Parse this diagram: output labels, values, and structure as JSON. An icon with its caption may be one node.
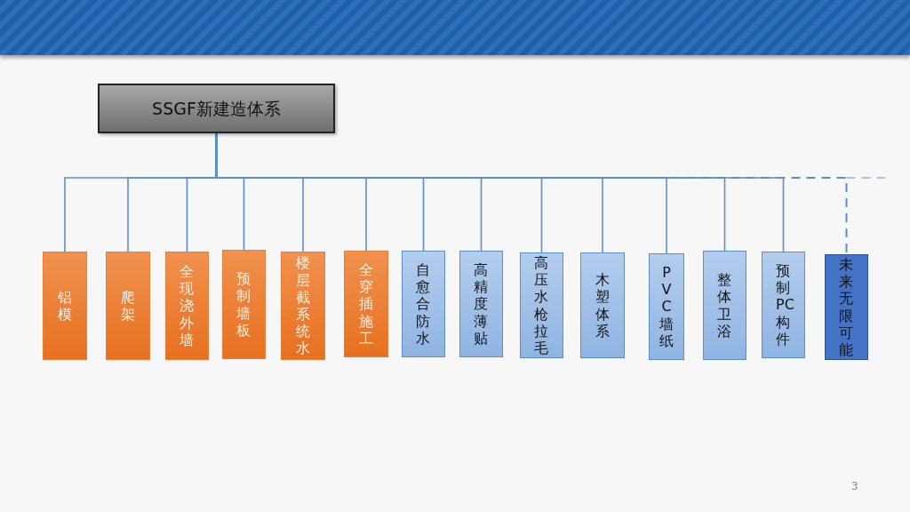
{
  "diagram": {
    "nodes": [
      {
        "text": [
          "SSGF新建造体系"
        ]
      },
      {
        "text": [
          "铝模"
        ]
      },
      {
        "text": [
          "爬架"
        ]
      },
      {
        "text": [
          "全现浇外墙"
        ]
      },
      {
        "text": [
          "预制墙板"
        ]
      },
      {
        "text": [
          "楼层截系统水"
        ]
      },
      {
        "text": [
          "全穿插施工"
        ]
      },
      {
        "text": [
          "自愈合防水"
        ]
      },
      {
        "text": [
          "高精度薄贴"
        ]
      },
      {
        "text": [
          "高压水枪拉毛"
        ]
      },
      {
        "text": [
          "木塑体系"
        ]
      },
      {
        "text": [
          "PVC墙纸"
        ]
      },
      {
        "text": [
          "整体卫浴"
        ]
      },
      {
        "text": [
          "预制PC构件"
        ]
      },
      {
        "text": [
          "未来无限可能"
        ]
      }
    ],
    "edges": [
      {
        "from": 0,
        "to": 1,
        "arrow": "none"
      },
      {
        "from": 0,
        "to": 2,
        "arrow": "none"
      },
      {
        "from": 0,
        "to": 3,
        "arrow": "none"
      },
      {
        "from": 0,
        "to": 4,
        "arrow": "none"
      },
      {
        "from": 0,
        "to": 5,
        "arrow": "none"
      },
      {
        "from": 0,
        "to": 6,
        "arrow": "none"
      },
      {
        "from": 0,
        "to": 7,
        "arrow": "none"
      },
      {
        "from": 0,
        "to": 8,
        "arrow": "none"
      },
      {
        "from": 0,
        "to": 9,
        "arrow": "none"
      },
      {
        "from": 0,
        "to": 10,
        "arrow": "none"
      },
      {
        "from": 0,
        "to": 11,
        "arrow": "none"
      },
      {
        "from": 0,
        "to": 12,
        "arrow": "none"
      },
      {
        "from": 0,
        "to": 13,
        "arrow": "none"
      },
      {
        "from": 0,
        "to": 14,
        "arrow": "none",
        "style": "dashed"
      }
    ],
    "labels": [
      "3"
    ]
  }
}
